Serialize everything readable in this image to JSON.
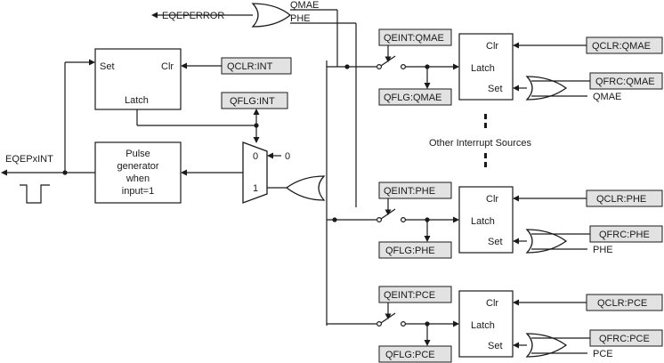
{
  "colors": {
    "line": "#1a1a1a",
    "register_fill": "#e2e2e2",
    "background": "#ffffff"
  },
  "output": {
    "error_signal": "EQEPERROR",
    "interrupt_signal": "EQEPxINT"
  },
  "top_or_inputs": {
    "a": "QMAE",
    "b": "PHE"
  },
  "main_latch": {
    "set": "Set",
    "clr": "Clr",
    "latch": "Latch"
  },
  "pulse_generator": {
    "line1": "Pulse",
    "line2": "generator",
    "line3": "when",
    "line4": "input=1"
  },
  "global_regs": {
    "clear": "QCLR:INT",
    "flag": "QFLG:INT"
  },
  "mux": {
    "in0": "0",
    "in1": "1",
    "const": "0"
  },
  "other_sources": "Other Interrupt Sources",
  "sources": [
    {
      "enable": "QEINT:QMAE",
      "flag": "QFLG:QMAE",
      "clear": "QCLR:QMAE",
      "force": "QFRC:QMAE",
      "input": "QMAE",
      "clr": "Clr",
      "latch": "Latch",
      "set": "Set"
    },
    {
      "enable": "QEINT:PHE",
      "flag": "QFLG:PHE",
      "clear": "QCLR:PHE",
      "force": "QFRC:PHE",
      "input": "PHE",
      "clr": "Clr",
      "latch": "Latch",
      "set": "Set"
    },
    {
      "enable": "QEINT:PCE",
      "flag": "QFLG:PCE",
      "clear": "QCLR:PCE",
      "force": "QFRC:PCE",
      "input": "PCE",
      "clr": "Clr",
      "latch": "Latch",
      "set": "Set"
    }
  ]
}
